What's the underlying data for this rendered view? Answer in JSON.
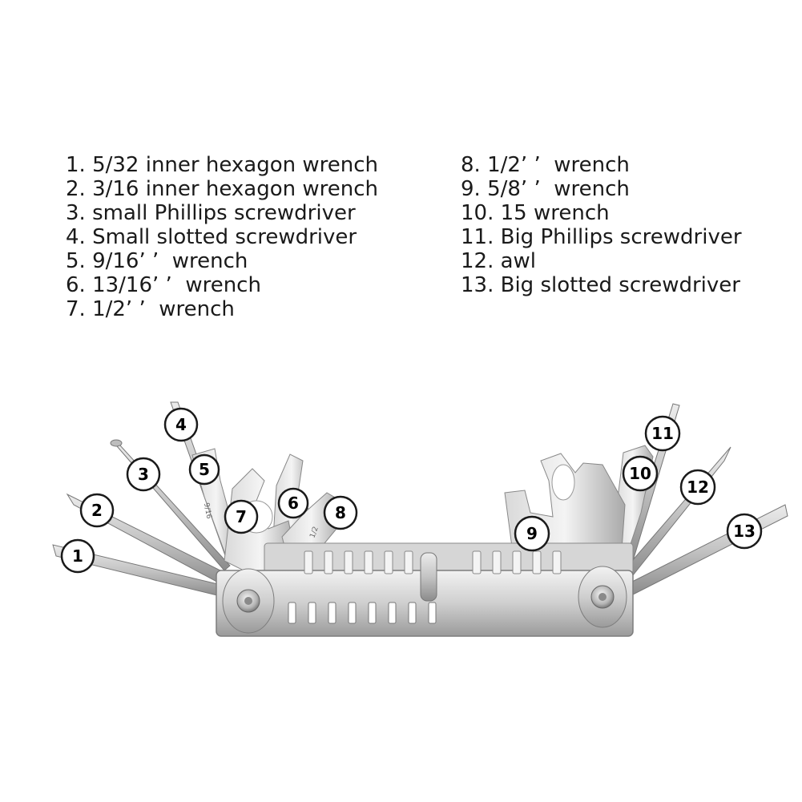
{
  "legend": {
    "left": [
      "1. 5/32 inner hexagon wrench",
      "2. 3/16 inner hexagon wrench",
      "3. small Phillips screwdriver",
      "4. Small slotted screwdriver",
      "5. 9/16’ ’  wrench",
      "6. 13/16’ ’  wrench",
      "7. 1/2’ ’  wrench"
    ],
    "right": [
      "8. 1/2’ ’  wrench",
      "9. 5/8’ ’  wrench",
      "10. 15 wrench",
      "11. Big Phillips screwdriver",
      "12. awl",
      "13. Big slotted screwdriver"
    ]
  },
  "callouts": [
    "1",
    "2",
    "3",
    "4",
    "5",
    "6",
    "7",
    "8",
    "9",
    "10",
    "11",
    "12",
    "13"
  ],
  "engravings": {
    "tool5": "9/16",
    "tool8": "1/2"
  },
  "colors": {
    "metal_light": "#e6e6e6",
    "metal_mid": "#bdbdbd",
    "metal_dark": "#7d7d7d",
    "outline": "#1a1a1a"
  }
}
